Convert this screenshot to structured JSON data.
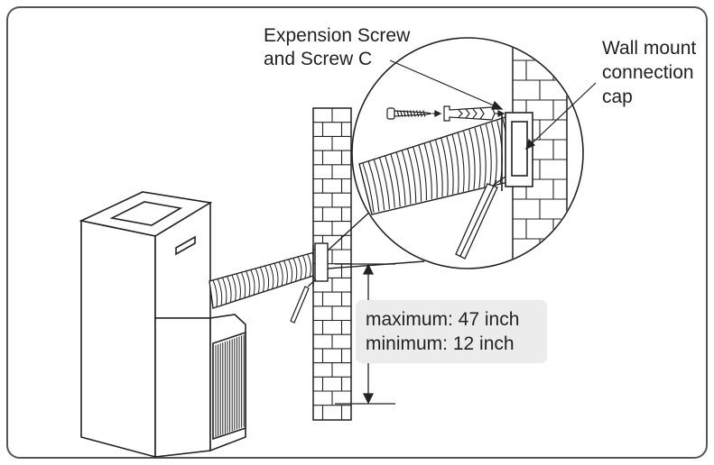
{
  "labels": {
    "screw_line1": "Expension Screw",
    "screw_line2": "and Screw C",
    "cap_line1": "Wall mount",
    "cap_line2": "connection",
    "cap_line3": "cap",
    "max_text": "maximum: 47 inch",
    "min_text": "minimum: 12 inch"
  },
  "colors": {
    "stroke": "#222222",
    "frame": "#555555",
    "label_box": "#ececec",
    "brick_fill": "#ffffff"
  }
}
